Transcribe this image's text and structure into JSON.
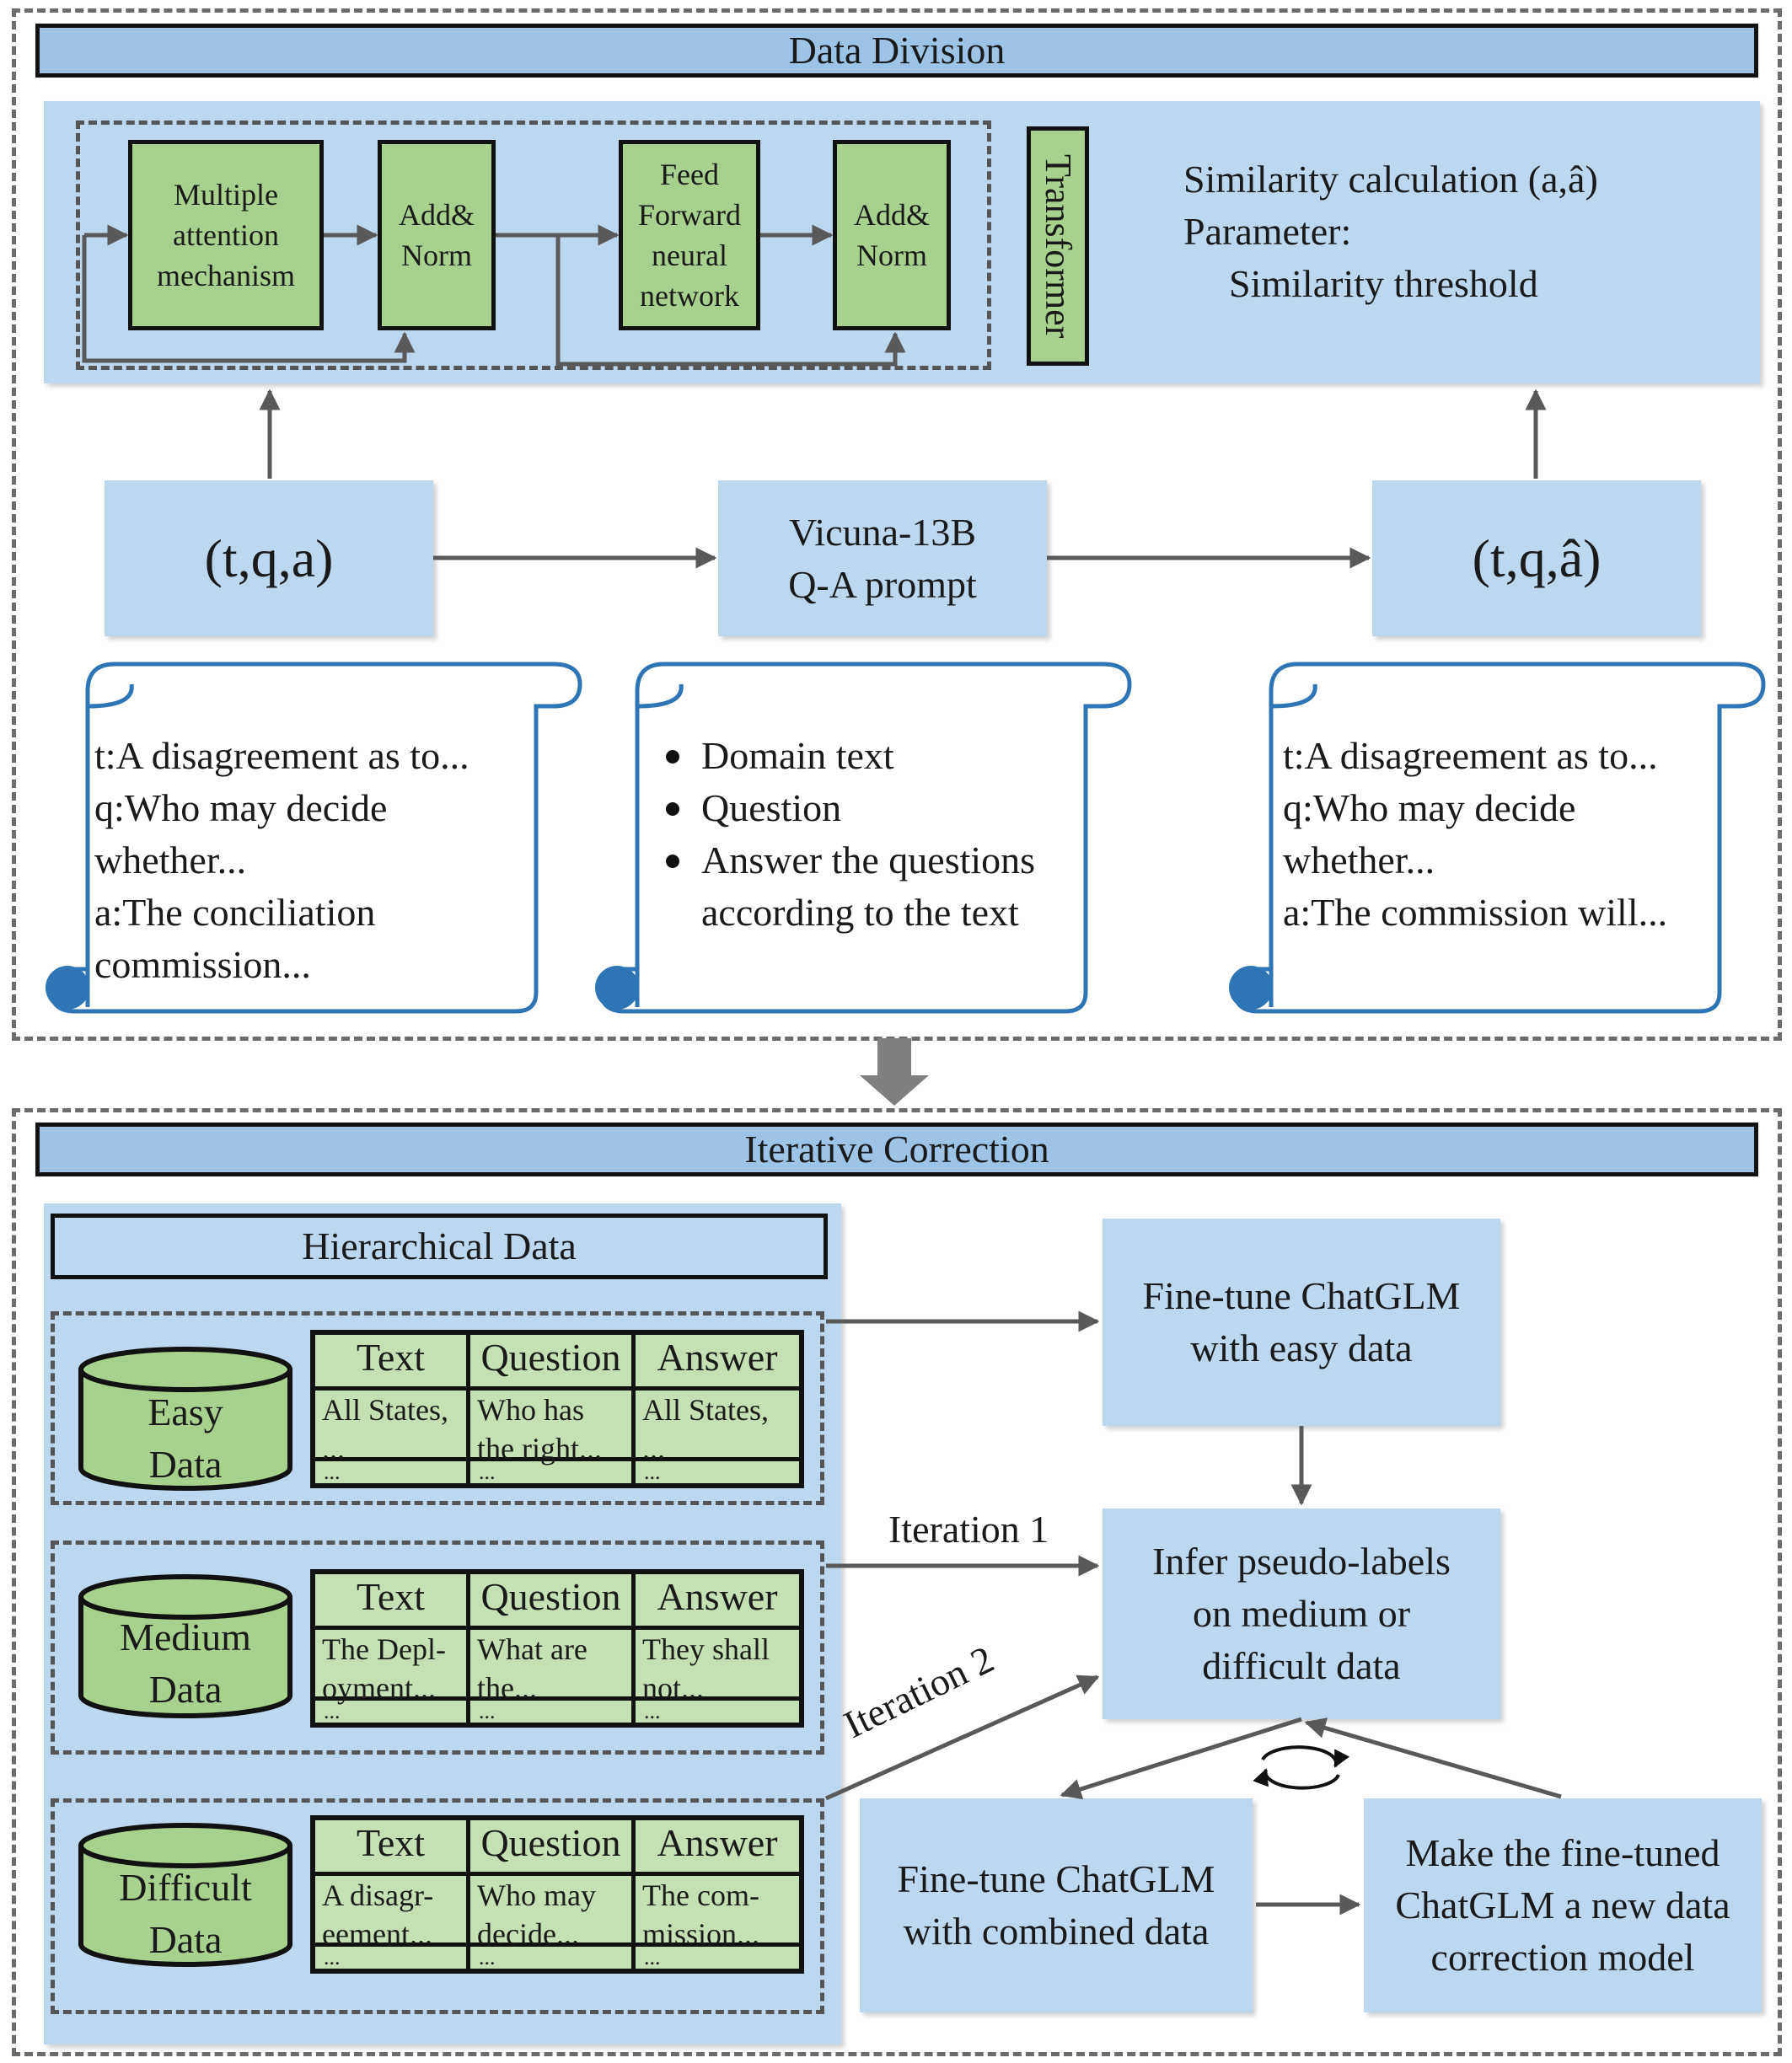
{
  "data_division": {
    "title": "Data Division",
    "transformer": {
      "label": "Transformer",
      "blocks": [
        "Multiple attention mechanism",
        "Add& Norm",
        "Feed Forward neural network",
        "Add& Norm"
      ]
    },
    "similarity": {
      "line1": "Similarity calculation (a,â)",
      "line2": "Parameter:",
      "line3": "Similarity threshold"
    },
    "nodes": {
      "input": "(t,q,a)",
      "vicuna_line1": "Vicuna-13B",
      "vicuna_line2": "Q-A prompt",
      "output": "(t,q,â)"
    },
    "scroll_left": [
      "t:A disagreement as to...",
      "q:Who may decide",
      "whether...",
      "a:The conciliation",
      "commission..."
    ],
    "scroll_middle": {
      "bullets": [
        "Domain text",
        "Question",
        "Answer the questions"
      ],
      "continuation": "according to the text"
    },
    "scroll_right": [
      "t:A disagreement as to...",
      "q:Who may decide",
      "whether...",
      "a:The commission will..."
    ]
  },
  "iterative_correction": {
    "title": "Iterative Correction",
    "hierarchical_title": "Hierarchical Data",
    "table_headers": [
      "Text",
      "Question",
      "Answer"
    ],
    "datasets": [
      {
        "name_line1": "Easy",
        "name_line2": "Data",
        "cells": [
          [
            "All States,",
            "..."
          ],
          [
            "Who has",
            "the right..."
          ],
          [
            "All States,",
            "..."
          ]
        ],
        "dots": "..."
      },
      {
        "name_line1": "Medium",
        "name_line2": "Data",
        "cells": [
          [
            "The Depl-",
            "oyment..."
          ],
          [
            "What are",
            "the..."
          ],
          [
            "They shall",
            "not..."
          ]
        ],
        "dots": "..."
      },
      {
        "name_line1": "Difficult",
        "name_line2": "Data",
        "cells": [
          [
            "A disagr-",
            "eement..."
          ],
          [
            "Who may",
            "decide..."
          ],
          [
            "The com-",
            "mission..."
          ]
        ],
        "dots": "..."
      }
    ],
    "steps": {
      "finetune_easy": [
        "Fine-tune ChatGLM",
        "with easy data"
      ],
      "infer": [
        "Infer pseudo-labels",
        "on medium or",
        "difficult data"
      ],
      "finetune_combined": [
        "Fine-tune ChatGLM",
        "with combined data"
      ],
      "new_model": [
        "Make the fine-tuned",
        "ChatGLM a new data",
        "correction model"
      ]
    },
    "iteration_labels": [
      "Iteration 1",
      "Iteration 2"
    ]
  },
  "colors": {
    "panel_blue": "#bdd7ee",
    "title_blue": "#9dc3e6",
    "box_green": "#a9d18e",
    "table_green": "#c5e0b4",
    "arrow_gray": "#595959",
    "scroll_border": "#2e75b6"
  }
}
